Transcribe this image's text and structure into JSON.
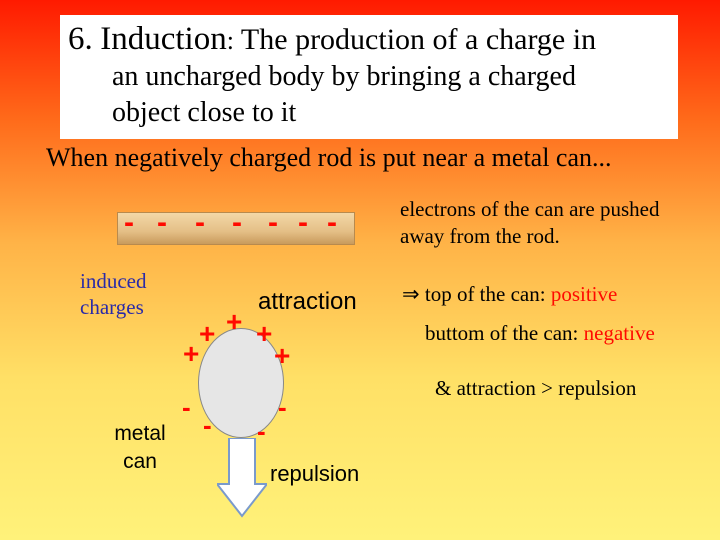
{
  "title": {
    "number": "6.",
    "word": "Induction",
    "colon": ":",
    "definition_part1": " The production of a charge in",
    "line2": "an uncharged body by bringing a charged",
    "line3": "object close to it"
  },
  "subtitle": "When negatively charged rod is put near a metal can...",
  "rod": {
    "charges": [
      "-",
      "-",
      "-",
      "-",
      "-",
      "-",
      "-"
    ]
  },
  "description": {
    "line1": "electrons of the can are pushed",
    "line2": "away from the rod.",
    "implies_symbol": "⇒",
    "top_label": " top of the can: ",
    "top_value": "positive",
    "bottom_label": "buttom of the can: ",
    "bottom_value": "negative",
    "attraction_vs_repulsion": "& attraction > repulsion"
  },
  "labels": {
    "induced_line1": "induced",
    "induced_line2": "charges",
    "metal_line1": "metal",
    "metal_line2": "can",
    "attraction": "attraction",
    "repulsion": "repulsion"
  },
  "can_charges": {
    "top": [
      "+",
      "+",
      "+",
      "+",
      "+"
    ],
    "bottom": [
      "-",
      "-",
      "-",
      "-",
      "-"
    ]
  },
  "colors": {
    "charge": "#ff0a00",
    "induced_text": "#2a2aa8",
    "can_fill": "#e6e6e6",
    "rod_fill": "#e4bf86",
    "arrow_fill": "#ffffff",
    "arrow_stroke": "#7a9acc"
  },
  "icons": {
    "arrow": "down-arrow-icon"
  }
}
